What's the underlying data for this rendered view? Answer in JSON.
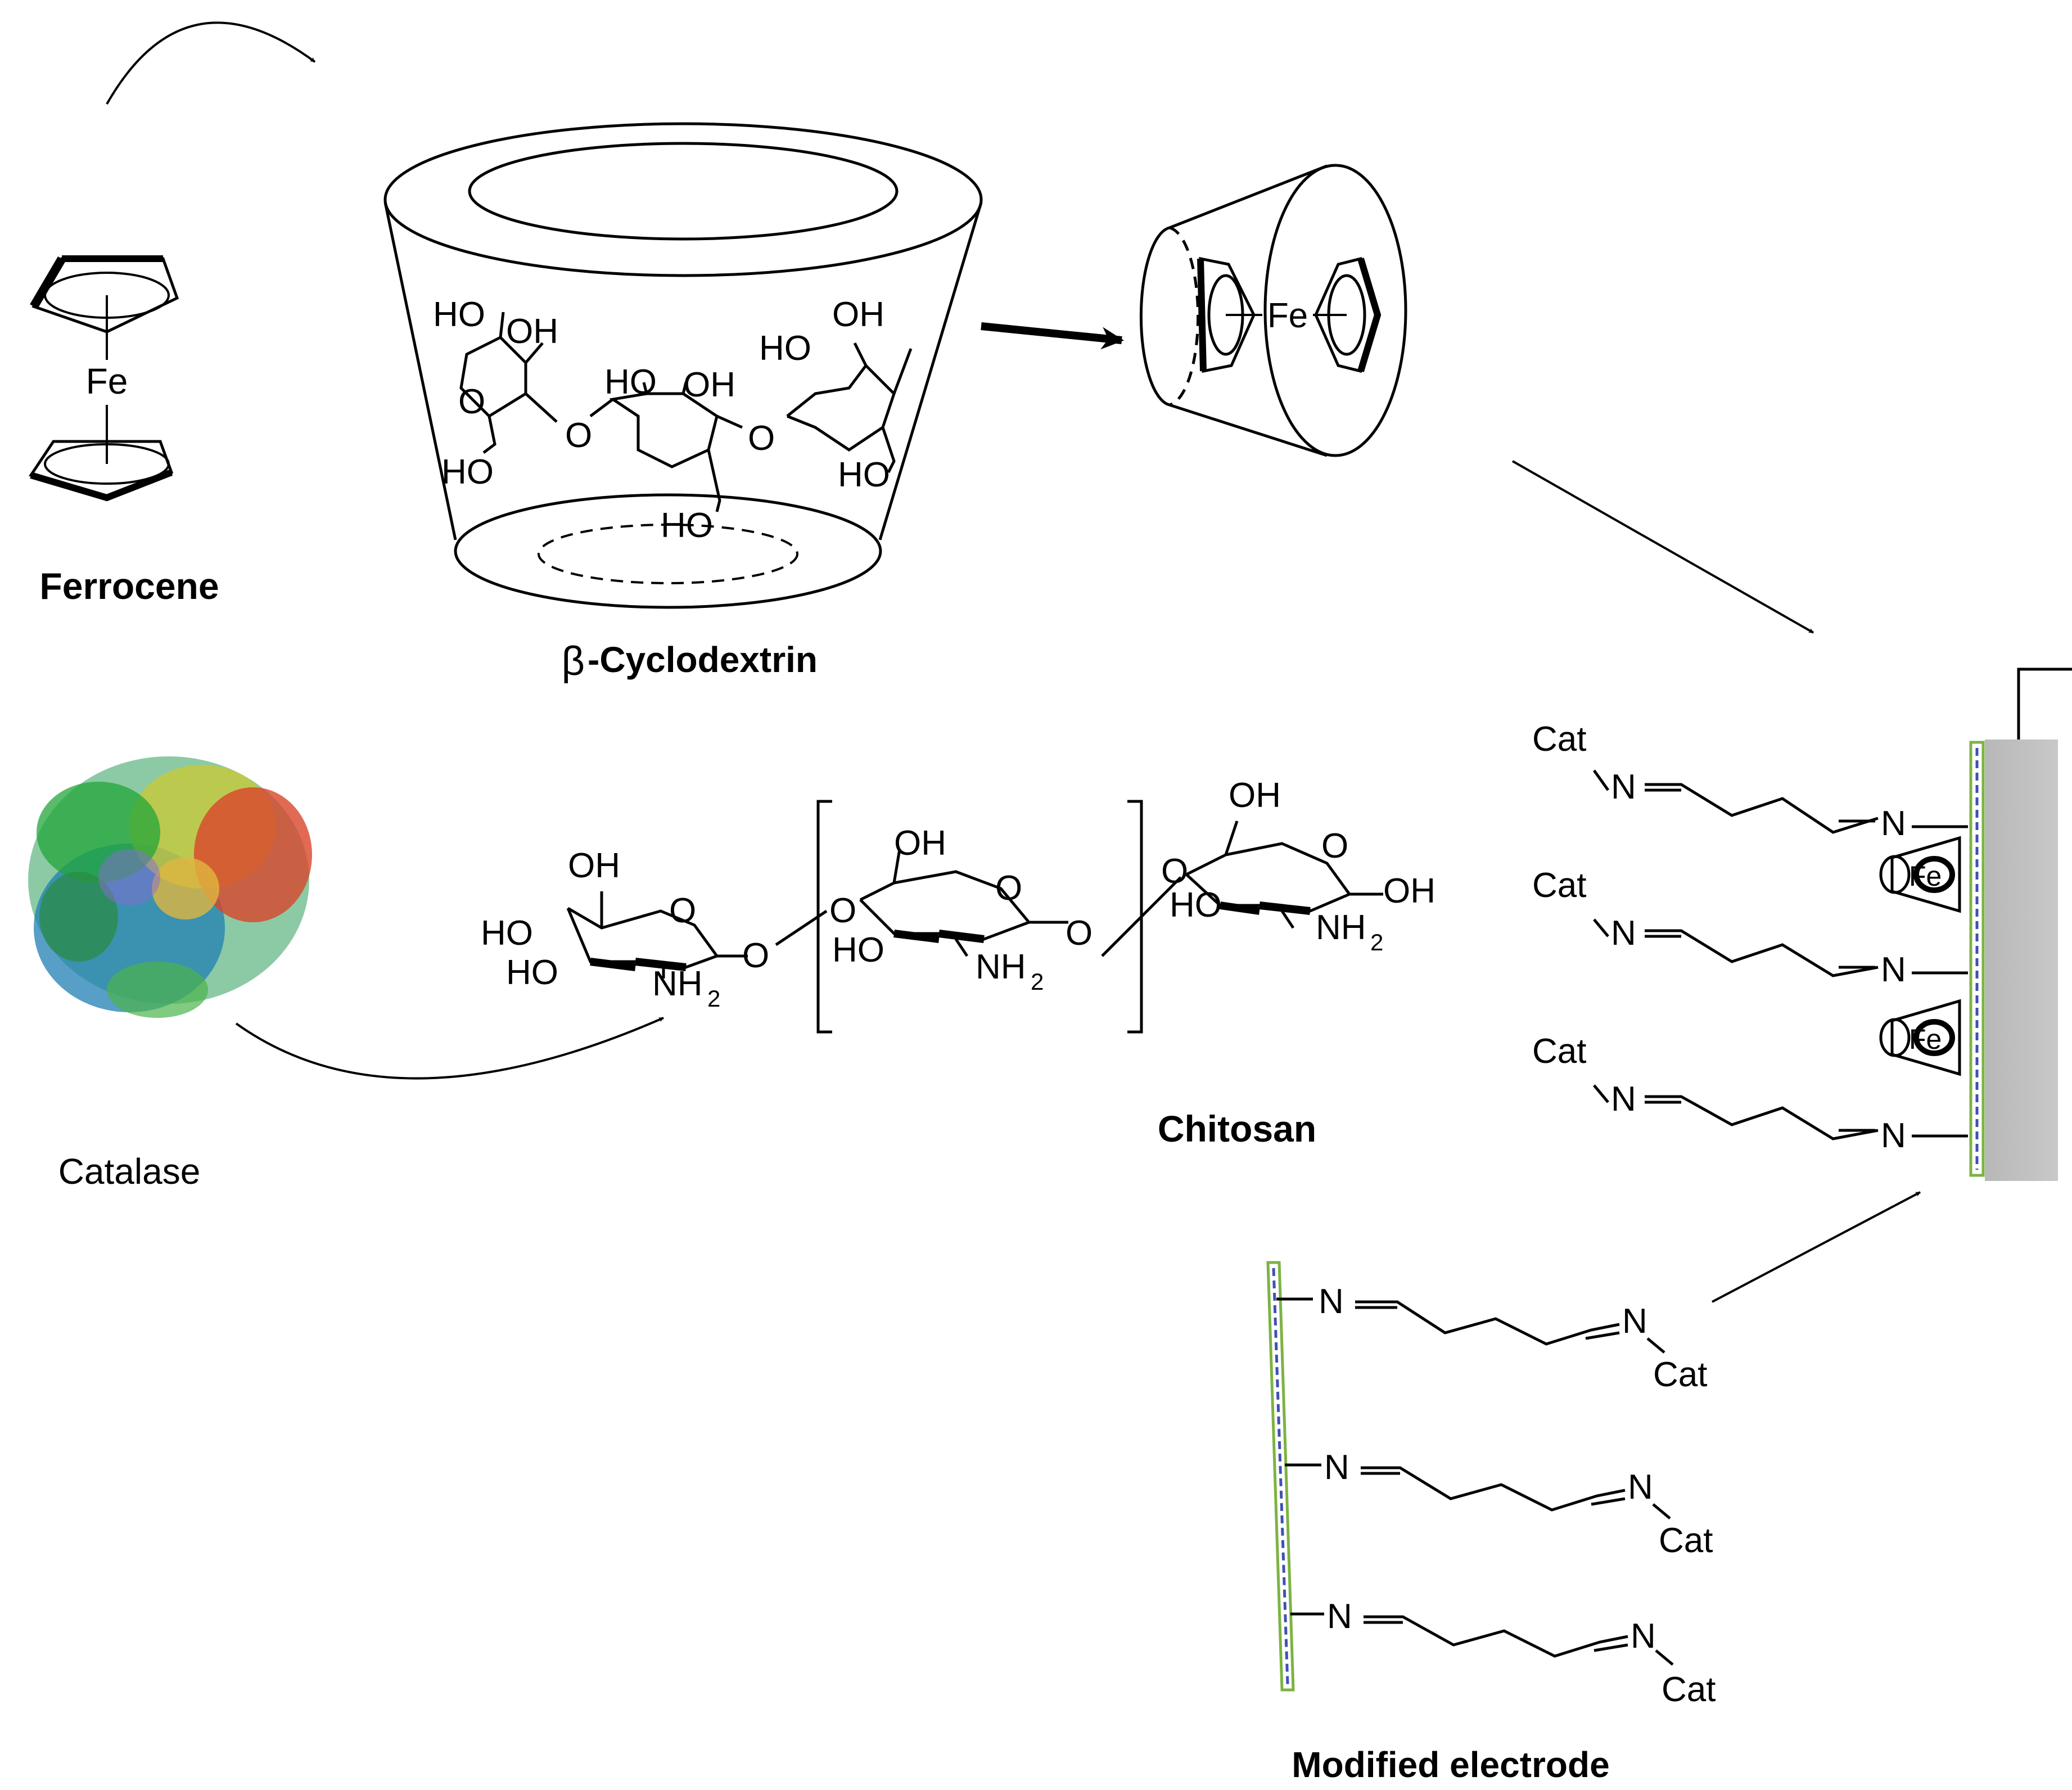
{
  "labels": {
    "ferrocene": "Ferrocene",
    "cyclodextrin_beta": "β",
    "cyclodextrin": "-Cyclodextrin",
    "catalase": "Catalase",
    "chitosan": "Chitosan",
    "modified_electrode": "Modified electrode"
  },
  "atoms": {
    "fe": "Fe",
    "ho": "HO",
    "oh": "OH",
    "o": "O",
    "nh": "NH",
    "sub2": "2",
    "n": "N",
    "cat": "Cat"
  },
  "colors": {
    "ink": "#000000",
    "electrode": "#c0c0c0",
    "film_green": "#7cb342",
    "film_blue": "#3f51b5"
  }
}
